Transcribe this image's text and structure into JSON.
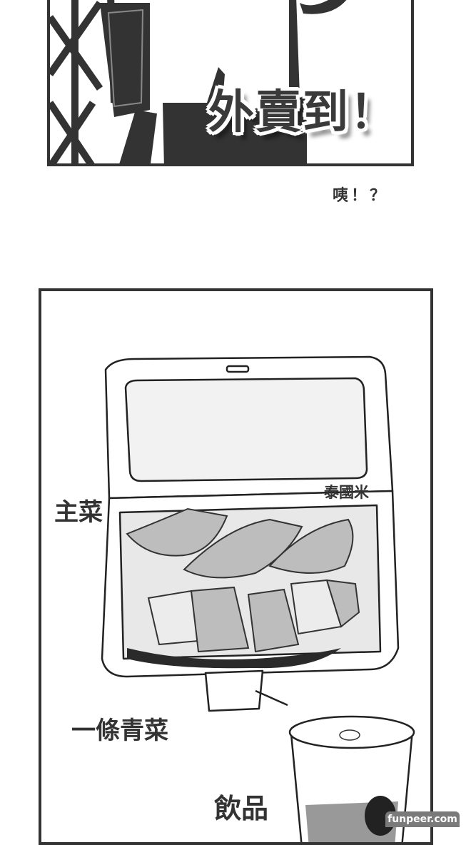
{
  "panel1": {
    "shout": "外賣到！"
  },
  "caption": "咦！？",
  "panel2": {
    "labels": {
      "main_dish": "主菜",
      "rice": "泰國米",
      "vegetable": "一條青菜",
      "drink": "飲品"
    }
  },
  "watermark": "funpeer.com"
}
